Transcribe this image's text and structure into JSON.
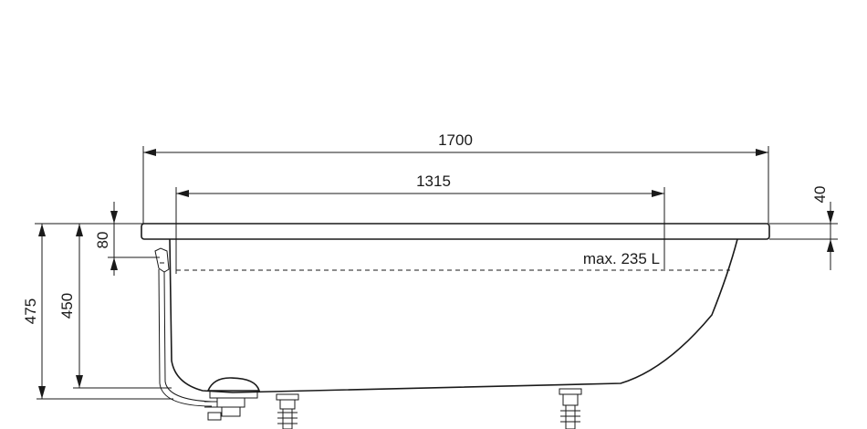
{
  "dimensions": {
    "overall_length": "1700",
    "inner_length": "1315",
    "rim_thickness": "40",
    "rim_to_floor_inner": "80",
    "overall_height": "475",
    "inner_height": "450"
  },
  "capacity_label": "max. 235 L"
}
